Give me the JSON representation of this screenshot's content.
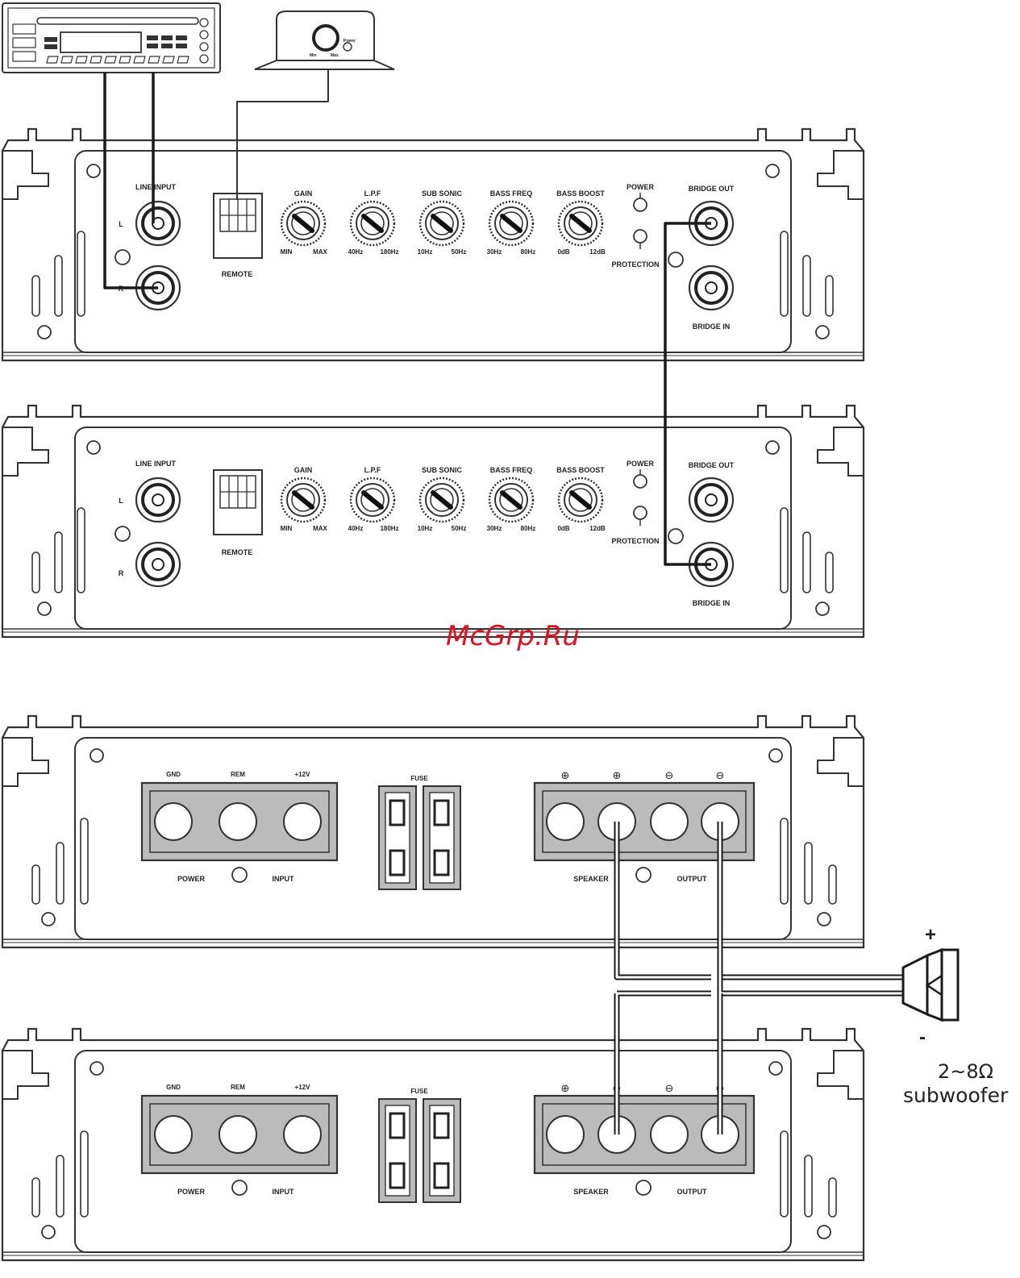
{
  "watermark": "McGrp.Ru",
  "front_panel": {
    "line_input": "LINE INPUT",
    "left": "L",
    "right": "R",
    "remote": "REMOTE",
    "power": "POWER",
    "protection": "PROTECTION",
    "bridge_out": "BRIDGE OUT",
    "bridge_in": "BRIDGE IN",
    "knobs": [
      {
        "title": "GAIN",
        "min": "MIN",
        "max": "MAX"
      },
      {
        "title": "L.P.F",
        "min": "40Hz",
        "max": "180Hz"
      },
      {
        "title": "SUB SONIC",
        "min": "10Hz",
        "max": "50Hz"
      },
      {
        "title": "BASS FREQ",
        "min": "30Hz",
        "max": "80Hz"
      },
      {
        "title": "BASS BOOST",
        "min": "0dB",
        "max": "12dB"
      }
    ]
  },
  "rear_panel": {
    "gnd": "GND",
    "rem": "REM",
    "plus12v": "+12V",
    "fuse": "FUSE",
    "power": "POWER",
    "input": "INPUT",
    "speaker": "SPEAKER",
    "output": "OUTPUT",
    "terminal_signs": [
      "⊕",
      "⊕",
      "⊖",
      "⊖"
    ]
  },
  "bass_remote": {
    "label_min": "Min",
    "label_max": "Max",
    "label_power": "Power"
  },
  "subwoofer": {
    "plus": "+",
    "minus": "-",
    "impedance": "2~8Ω",
    "name": "subwoofer"
  }
}
